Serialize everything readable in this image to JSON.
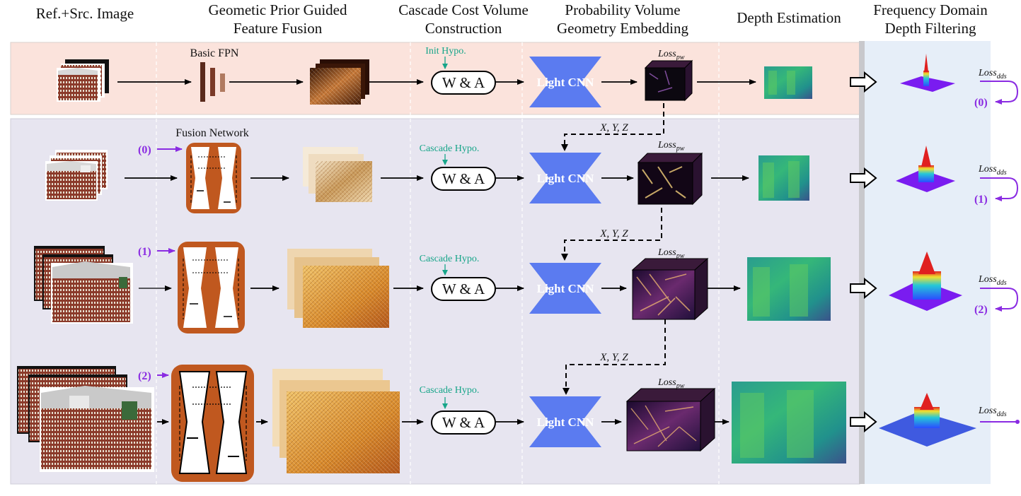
{
  "headers": [
    {
      "line1": "Ref.+Src. Image",
      "line2": ""
    },
    {
      "line1": "Geometic Prior Guided",
      "line2": "Feature Fusion"
    },
    {
      "line1": "Cascade Cost Volume",
      "line2": "Construction"
    },
    {
      "line1": "Probability Volume",
      "line2": "Geometry Embedding"
    },
    {
      "line1": "Depth Estimation",
      "line2": ""
    },
    {
      "line1": "Frequency Domain",
      "line2": "Depth Filtering"
    }
  ],
  "labels": {
    "basic_fpn": "Basic FPN",
    "fusion_network": "Fusion Network",
    "init_hypo": "Init Hypo.",
    "cascade_hypo": "Cascade Hypo.",
    "wa": "W & A",
    "light_cnn": "Light CNN",
    "loss_pw": "Loss",
    "loss_pw_sub": "pw",
    "loss_dds": "Loss",
    "loss_dds_sub": "dds",
    "xyz": "X, Y, Z"
  },
  "stage_markers": [
    "(0)",
    "(1)",
    "(2)"
  ],
  "colors": {
    "top_band": "#fbe3dc",
    "lower_band": "#e7e5f0",
    "right_panel": "#e6eef8",
    "cnn_blue": "#5b7bf0",
    "fusion_orange": "#c0581f",
    "purple": "#8a2be2",
    "teal": "#17a589",
    "brick": "#8b3a2a"
  }
}
